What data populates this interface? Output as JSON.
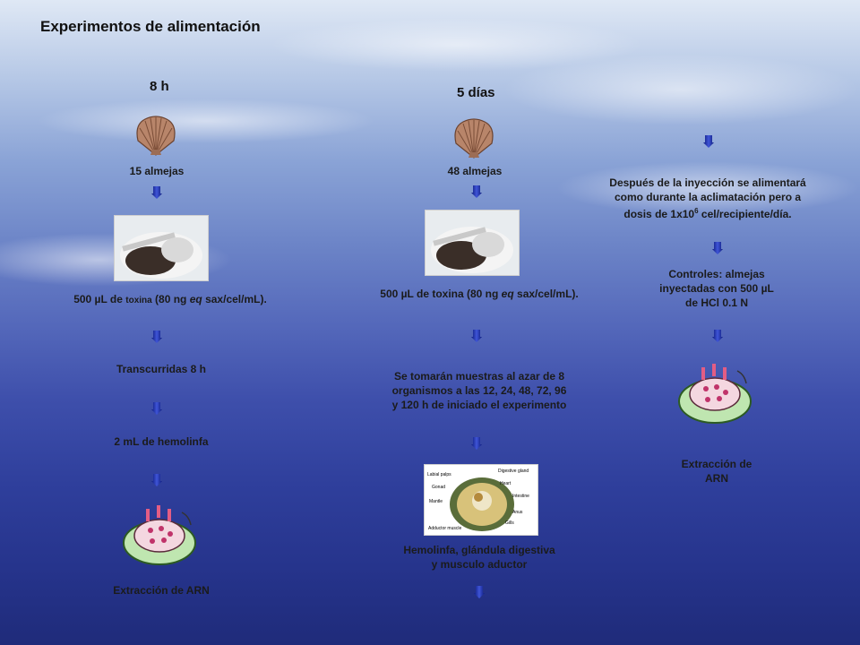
{
  "title": "Experimentos de alimentación",
  "col1": {
    "heading": "8 h",
    "count": "15 almejas",
    "dose_prefix": "500 µL de ",
    "dose_small": "toxina",
    "dose_mid": " (80 ng ",
    "dose_eq": "eq",
    "dose_suffix": " sax/cel/mL).",
    "elapsed": "Transcurridas 8 h",
    "hemo": "2 mL de hemolinfa",
    "extract": "Extracción de ARN"
  },
  "col2": {
    "heading": "5 días",
    "count": "48 almejas",
    "dose_prefix": "500 µL de toxina (80 ng ",
    "dose_eq": "eq",
    "dose_suffix": " sax/cel/mL).",
    "sample_l1": "Se tomarán muestras al azar de 8",
    "sample_l2": "organismos a las 12, 24, 48, 72, 96",
    "sample_l3": "y 120 h de iniciado el experimento",
    "tissue_l1": "Hemolinfa, glándula digestiva",
    "tissue_l2": "y musculo aductor",
    "anatomy": {
      "labial": "Labial palps",
      "gonad": "Gonad",
      "mantle": "Mantle",
      "adductor": "Adductor muscle",
      "digestive": "Digestive gland",
      "heart": "Heart",
      "intestine": "Intestine",
      "anus": "Anus",
      "gills": "Gills"
    }
  },
  "col3": {
    "feed_l1": "Después de la inyección se alimentará",
    "feed_l2": "como durante la aclimatación pero a",
    "feed_l3_pre": "dosis de 1x10",
    "feed_l3_sup": "6",
    "feed_l3_post": " cel/recipiente/día.",
    "ctrl_l1": "Controles: almejas",
    "ctrl_l2": "inyectadas con 500 µL",
    "ctrl_l3": "de HCl 0.1 N",
    "extract_l1": "Extracción de",
    "extract_l2": "ARN"
  },
  "colors": {
    "arrow": "#1f2fa8",
    "text": "#1b1b1b"
  }
}
